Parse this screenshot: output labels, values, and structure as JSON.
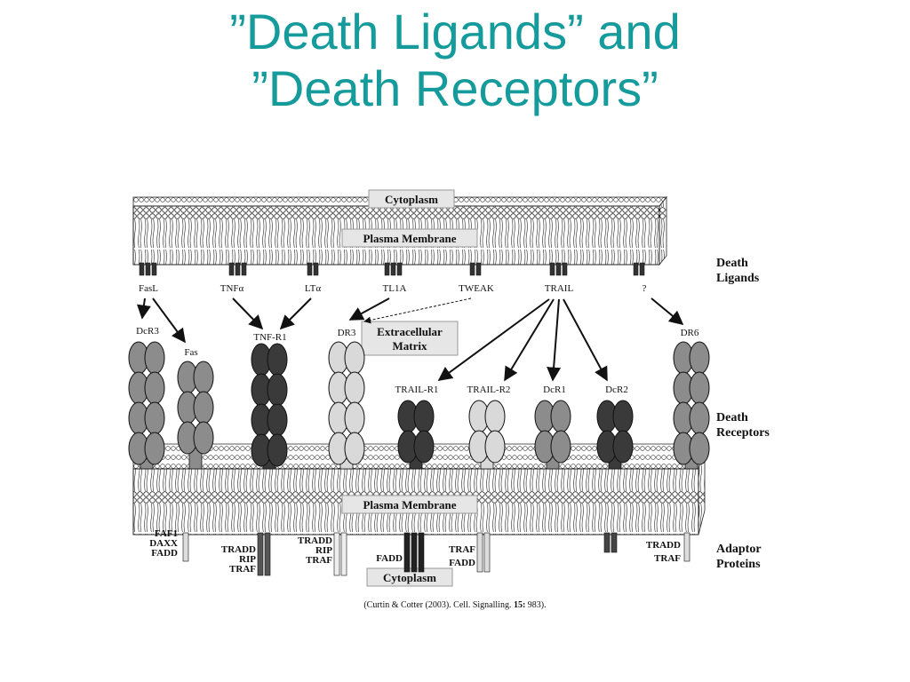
{
  "title": {
    "line1": "”Death Ligands” and",
    "line2": "”Death Receptors”"
  },
  "membranes": {
    "top_cytoplasm": "Cytoplasm",
    "top_membrane": "Plasma Membrane",
    "bottom_membrane": "Plasma Membrane",
    "bottom_cytoplasm": "Cytoplasm",
    "extracellular": [
      "Extracellular",
      "Matrix"
    ]
  },
  "ligands": [
    "FasL",
    "TNFα",
    "LTα",
    "TL1A",
    "TWEAK",
    "TRAIL",
    "?"
  ],
  "receptors": [
    "DcR3",
    "Fas",
    "TNF-R1",
    "DR3",
    "TRAIL-R1",
    "TRAIL-R2",
    "DcR1",
    "DcR2",
    "DR6"
  ],
  "adaptors": {
    "fas": [
      "FAF1",
      "DAXX",
      "FADD"
    ],
    "tnfr1": [
      "TRADD",
      "RIP",
      "TRAF"
    ],
    "dr3": [
      "TRADD",
      "RIP",
      "TRAF"
    ],
    "trailr1": [
      "FADD"
    ],
    "trailr2": [
      "TRAF",
      "FADD"
    ],
    "dr6": [
      "TRADD",
      "TRAF"
    ]
  },
  "side_labels": {
    "ligands": [
      "Death",
      "Ligands"
    ],
    "receptors": [
      "Death",
      "Receptors"
    ],
    "adaptors": [
      "Adaptor",
      "Proteins"
    ]
  },
  "citation": {
    "prefix": "(Curtin & Cotter (2003). Cell. Signalling. ",
    "volume": "15:",
    "suffix": " 983)."
  },
  "colors": {
    "title": "#159b9b",
    "dark": "#3a3a3a",
    "medium": "#8c8c8c",
    "light": "#d9d9d9"
  }
}
